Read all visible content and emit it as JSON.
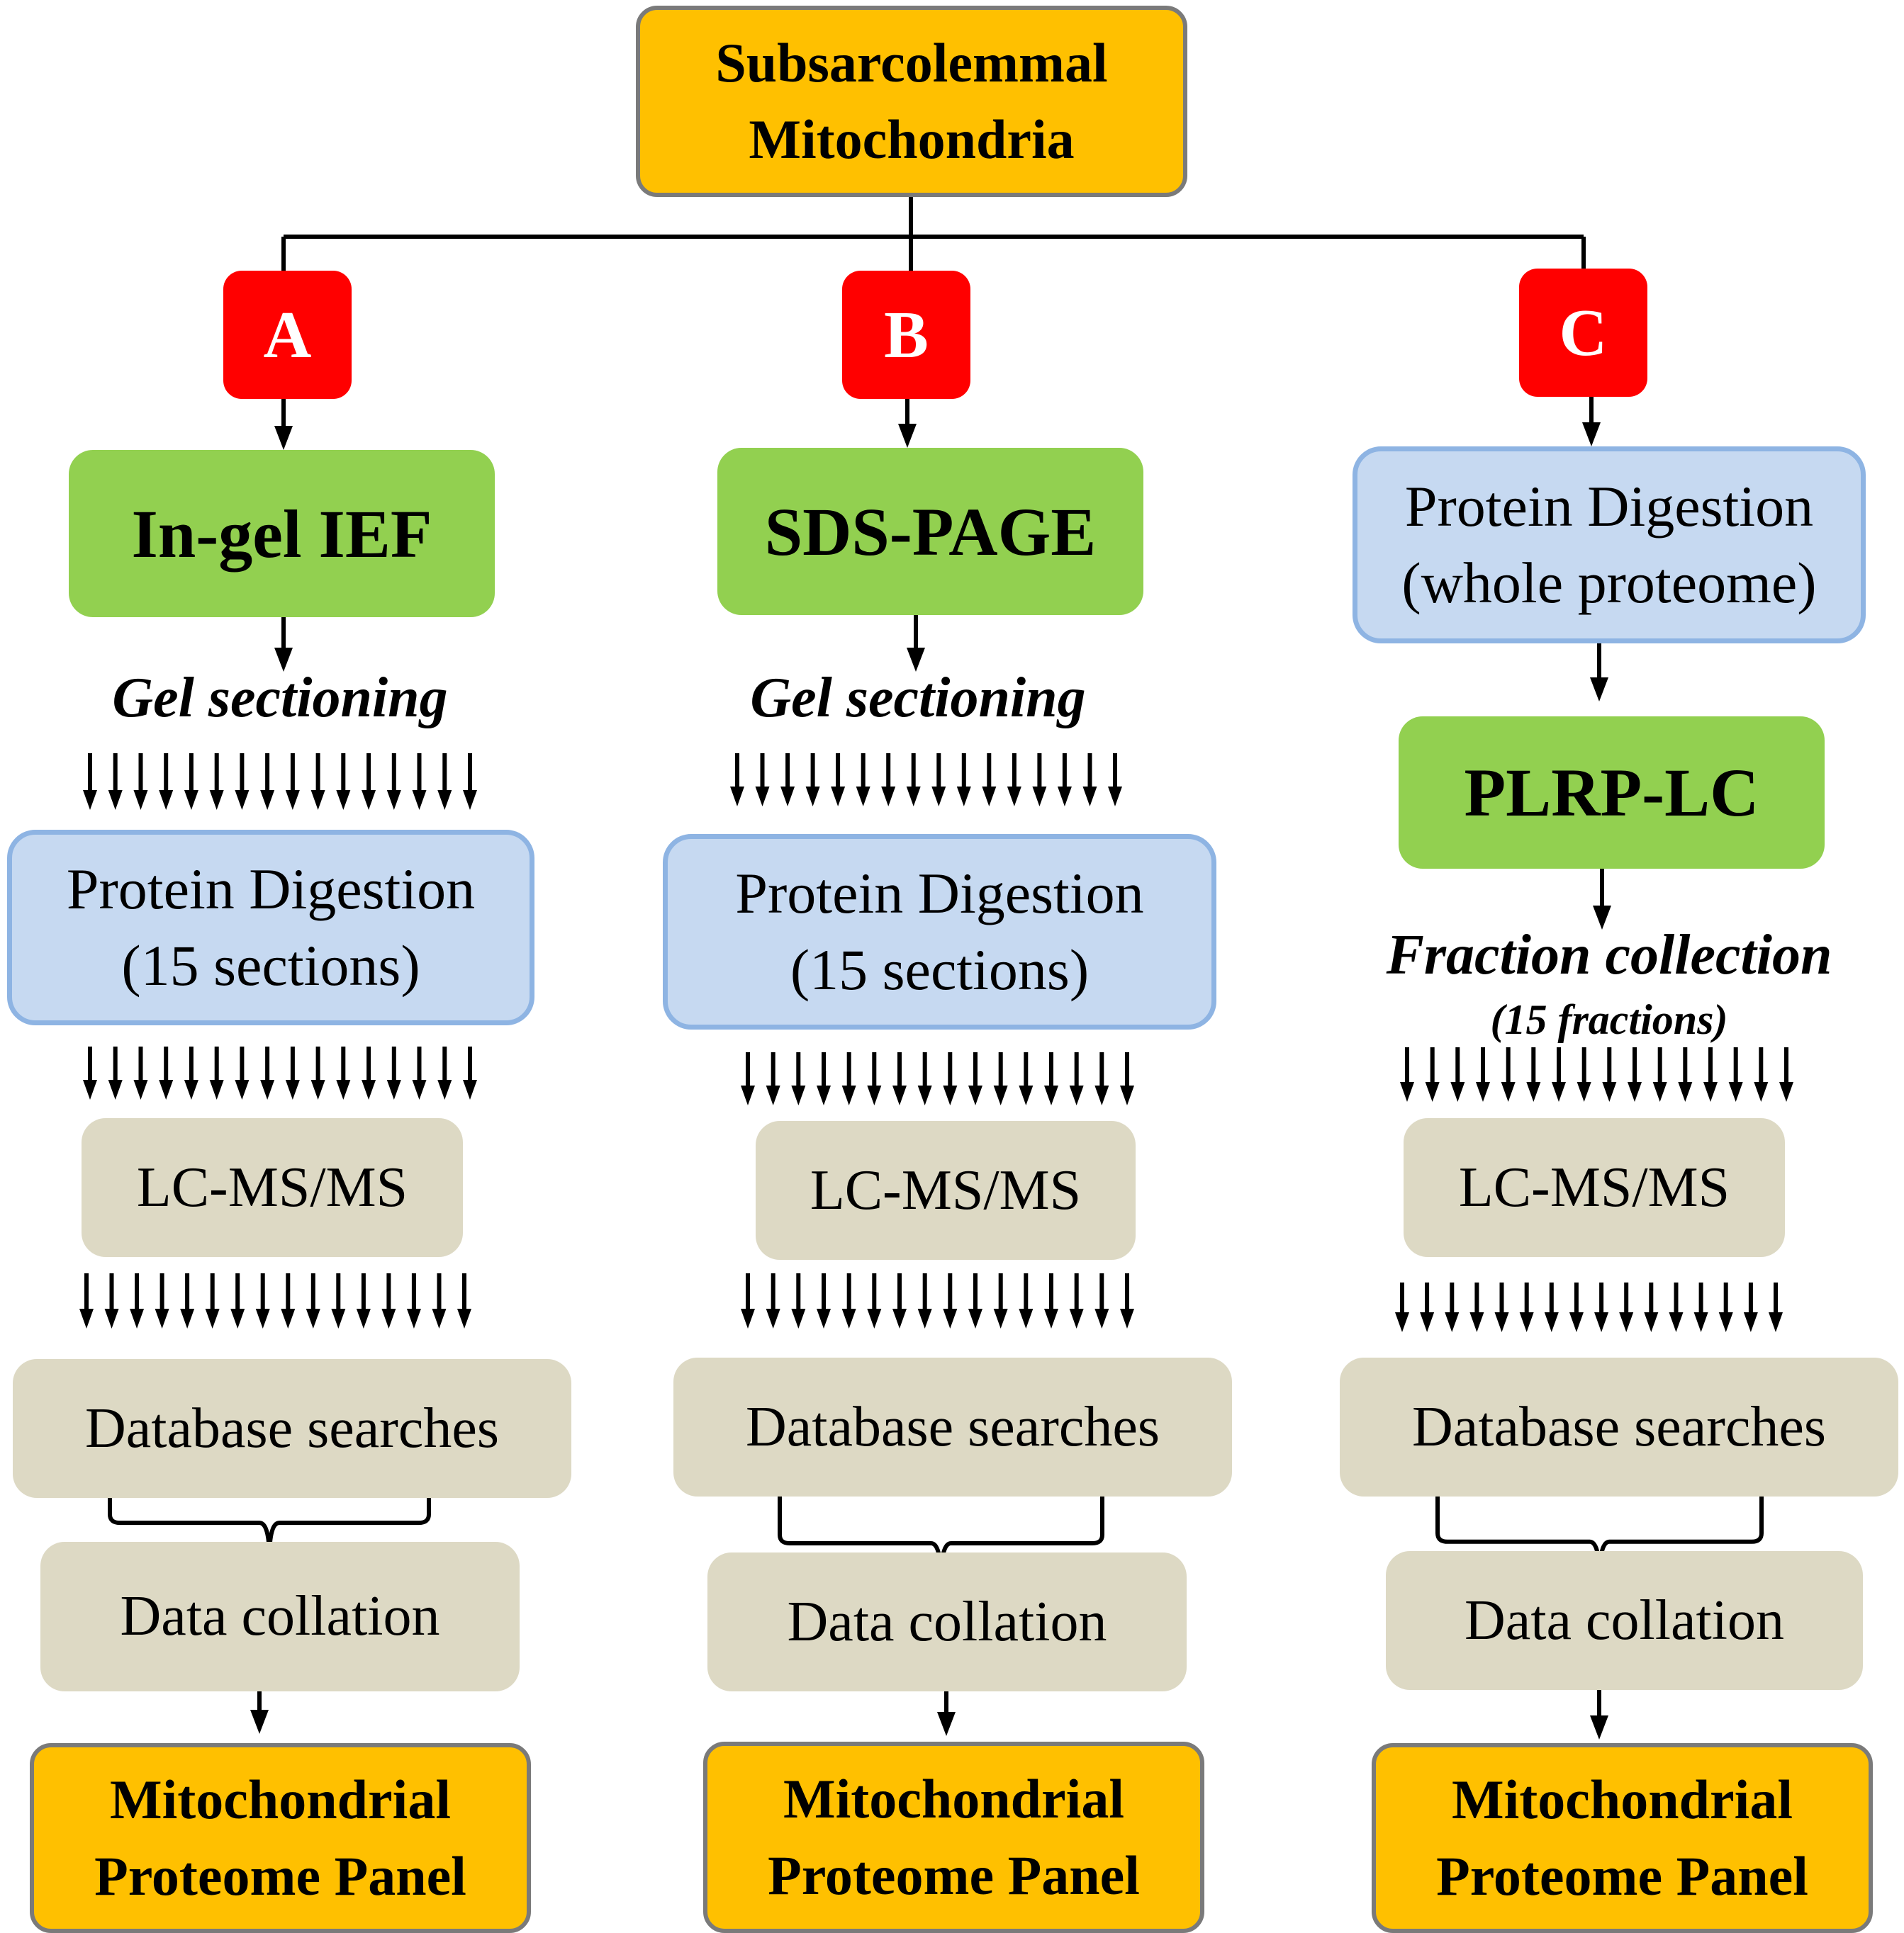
{
  "root": {
    "line1": "Subsarcolemmal",
    "line2": "Mitochondria"
  },
  "columns": [
    {
      "badge": "A",
      "method": "In-gel IEF",
      "sectioning": "Gel sectioning",
      "digestion": {
        "line1": "Protein Digestion",
        "line2": "(15 sections)"
      },
      "lcms": "LC-MS/MS",
      "search": "Database searches",
      "collation": "Data collation",
      "result": {
        "line1": "Mitochondrial",
        "line2": "Proteome Panel"
      }
    },
    {
      "badge": "B",
      "method": "SDS-PAGE",
      "sectioning": "Gel sectioning",
      "digestion": {
        "line1": "Protein Digestion",
        "line2": "(15 sections)"
      },
      "lcms": "LC-MS/MS",
      "search": "Database searches",
      "collation": "Data collation",
      "result": {
        "line1": "Mitochondrial",
        "line2": "Proteome Panel"
      }
    },
    {
      "badge": "C",
      "digestion": {
        "line1": "Protein Digestion",
        "line2": "(whole proteome)"
      },
      "method": "PLRP-LC",
      "fraction": {
        "line1": "Fraction collection",
        "line2": "(15 fractions)"
      },
      "lcms": "LC-MS/MS",
      "search": "Database searches",
      "collation": "Data collation",
      "result": {
        "line1": "Mitochondrial",
        "line2": "Proteome Panel"
      }
    }
  ],
  "colors": {
    "orange": "#FFC000",
    "red": "#FF0000",
    "green": "#92D050",
    "blue": "#C6D9F1",
    "blue_border": "#8EB4E3",
    "tan": "#DDD9C4"
  }
}
